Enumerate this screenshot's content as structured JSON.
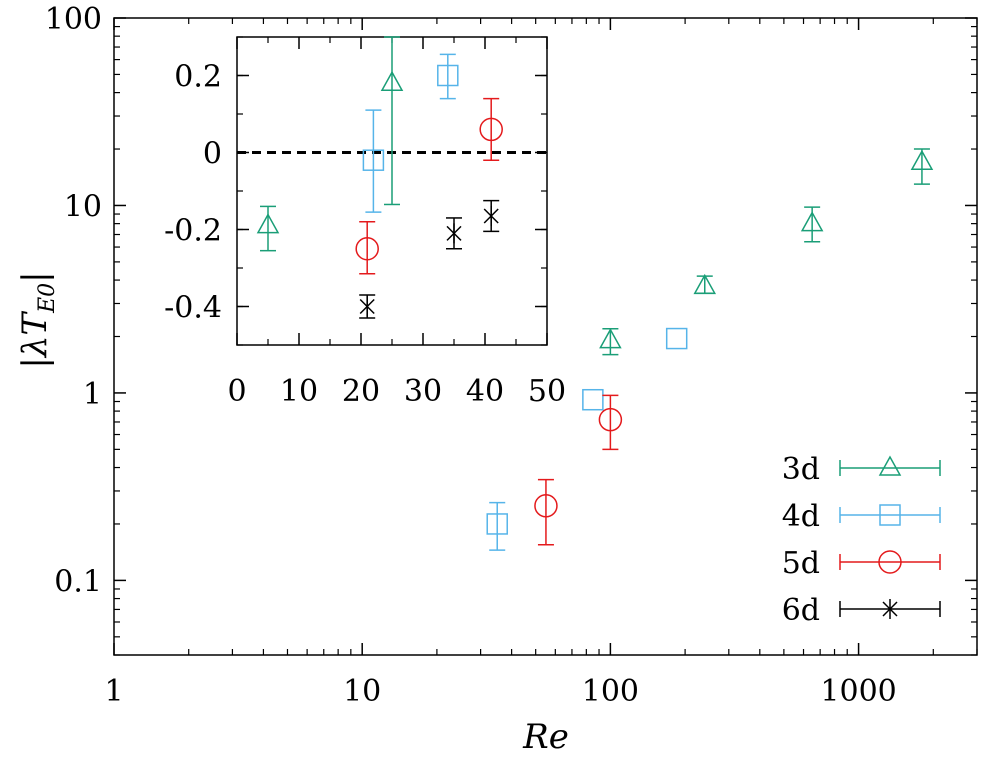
{
  "chart_data": [
    {
      "type": "scatter",
      "xscale": "log",
      "yscale": "log",
      "xlim": [
        1,
        3000
      ],
      "ylim": [
        0.04,
        100
      ],
      "xticks": [
        {
          "v": 1,
          "label": "1"
        },
        {
          "v": 10,
          "label": "10"
        },
        {
          "v": 100,
          "label": "100"
        },
        {
          "v": 1000,
          "label": "1000"
        }
      ],
      "yticks": [
        {
          "v": 0.1,
          "label": "0.1"
        },
        {
          "v": 1,
          "label": "1"
        },
        {
          "v": 10,
          "label": "10"
        },
        {
          "v": 100,
          "label": "100"
        }
      ],
      "xlabel": "Re",
      "ylabel_parts": {
        "base": "λT",
        "sub": "E0"
      },
      "legend_position": "bottom-right",
      "series": [
        {
          "name": "3d",
          "marker": "triangle",
          "color": "#1a9e77",
          "points": [
            {
              "x": 100,
              "y": 1.9,
              "lo": 1.6,
              "hi": 2.2
            },
            {
              "x": 240,
              "y": 3.7,
              "lo": 3.4,
              "hi": 4.2
            },
            {
              "x": 650,
              "y": 8.0,
              "lo": 6.4,
              "hi": 9.8
            },
            {
              "x": 1800,
              "y": 17.0,
              "lo": 13.0,
              "hi": 20.0
            }
          ]
        },
        {
          "name": "4d",
          "marker": "square",
          "color": "#56b4e9",
          "points": [
            {
              "x": 35,
              "y": 0.2,
              "lo": 0.145,
              "hi": 0.26
            },
            {
              "x": 85,
              "y": 0.92,
              "lo": 0.92,
              "hi": 0.92
            },
            {
              "x": 185,
              "y": 1.95,
              "lo": 1.95,
              "hi": 1.95
            }
          ]
        },
        {
          "name": "5d",
          "marker": "circle",
          "color": "#e41a1c",
          "points": [
            {
              "x": 55,
              "y": 0.25,
              "lo": 0.155,
              "hi": 0.345
            },
            {
              "x": 100,
              "y": 0.72,
              "lo": 0.5,
              "hi": 0.97
            }
          ]
        }
      ]
    },
    {
      "type": "scatter",
      "xlim": [
        0,
        50
      ],
      "ylim": [
        -0.5,
        0.3
      ],
      "xticks": [
        {
          "v": 0,
          "label": "0"
        },
        {
          "v": 10,
          "label": "10"
        },
        {
          "v": 20,
          "label": "20"
        },
        {
          "v": 30,
          "label": "30"
        },
        {
          "v": 40,
          "label": "40"
        },
        {
          "v": 50,
          "label": "50"
        }
      ],
      "yticks": [
        {
          "v": -0.4,
          "label": "-0.4"
        },
        {
          "v": -0.2,
          "label": "-0.2"
        },
        {
          "v": 0,
          "label": "0"
        },
        {
          "v": 0.2,
          "label": "0.2"
        }
      ],
      "zero_line": true,
      "series": [
        {
          "name": "3d",
          "marker": "triangle",
          "color": "#1a9e77",
          "points": [
            {
              "x": 5,
              "y": -0.19,
              "lo": -0.255,
              "hi": -0.14
            },
            {
              "x": 25,
              "y": 0.18,
              "lo": -0.135,
              "hi": 0.3
            }
          ]
        },
        {
          "name": "4d",
          "marker": "square",
          "color": "#56b4e9",
          "points": [
            {
              "x": 22,
              "y": -0.02,
              "lo": -0.155,
              "hi": 0.11
            },
            {
              "x": 34,
              "y": 0.2,
              "lo": 0.14,
              "hi": 0.255
            }
          ]
        },
        {
          "name": "5d",
          "marker": "circle",
          "color": "#e41a1c",
          "points": [
            {
              "x": 21,
              "y": -0.25,
              "lo": -0.315,
              "hi": -0.18
            },
            {
              "x": 41,
              "y": 0.06,
              "lo": -0.02,
              "hi": 0.14
            }
          ]
        },
        {
          "name": "6d",
          "marker": "asterisk",
          "color": "#000000",
          "points": [
            {
              "x": 21,
              "y": -0.4,
              "lo": -0.43,
              "hi": -0.37
            },
            {
              "x": 35,
              "y": -0.21,
              "lo": -0.25,
              "hi": -0.17
            },
            {
              "x": 41,
              "y": -0.165,
              "lo": -0.205,
              "hi": -0.125
            }
          ]
        }
      ]
    }
  ],
  "legend": [
    {
      "name": "3d",
      "marker": "triangle",
      "color": "#1a9e77"
    },
    {
      "name": "4d",
      "marker": "square",
      "color": "#56b4e9"
    },
    {
      "name": "5d",
      "marker": "circle",
      "color": "#e41a1c"
    },
    {
      "name": "6d",
      "marker": "asterisk",
      "color": "#000000"
    }
  ]
}
